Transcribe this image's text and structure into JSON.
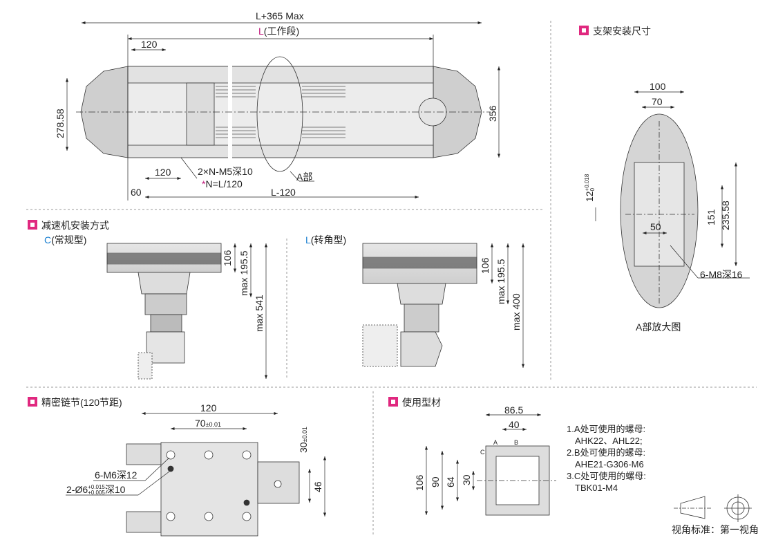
{
  "top_view": {
    "dim_total": "L+365 Max",
    "dim_l_prefix": "L",
    "dim_l_suffix": "(工作段)",
    "dim_pitch_top": "120",
    "dim_height_left": "278.58",
    "dim_height_right": "356",
    "dim_pitch_bottom": "120",
    "hole_note": "2×N-M5深10",
    "n_note_star": "*",
    "n_note": "N=L/120",
    "detail_ref": "A部",
    "dim_offset": "60",
    "dim_span": "L-120"
  },
  "bracket": {
    "title": "支架安装尺寸",
    "dim_100": "100",
    "dim_70": "70",
    "dim_12": "12",
    "tol_12_upper": "+0.018",
    "tol_12_lower": "0",
    "dim_151": "151",
    "dim_235": "235.58",
    "dim_50": "50",
    "hole_note": "6-M8深16",
    "caption": "A部放大图"
  },
  "reducer": {
    "title": "减速机安装方式",
    "c_type_letter": "C",
    "c_type_label": "(常规型)",
    "l_type_letter": "L",
    "l_type_label": "(转角型)",
    "c_dim_106": "106",
    "c_dim_195": "max 195.5",
    "c_dim_541": "max 541",
    "l_dim_106": "106",
    "l_dim_195": "max 195.5",
    "l_dim_400": "max 400"
  },
  "chain_link": {
    "title": "精密链节(120节距)",
    "dim_120": "120",
    "dim_70": "70",
    "tol_70": "±0.01",
    "dim_30": "30",
    "tol_30": "±0.01",
    "dim_46": "46",
    "note_m6": "6-M6深12",
    "note_pin_prefix": "2-Ø6",
    "note_pin_upper": "+0.015",
    "note_pin_lower": "+0.005",
    "note_pin_suffix": "深10"
  },
  "profile": {
    "title": "使用型材",
    "dim_86": "86.5",
    "dim_40": "40",
    "dim_106": "106",
    "dim_90": "90",
    "dim_64": "64",
    "dim_30": "30",
    "notes": [
      "1.A处可使用的螺母:",
      "AHK22、AHL22;",
      "2.B处可使用的螺母:",
      "AHE21-G306-M6",
      "3.C处可使用的螺母:",
      "TBK01-M4"
    ],
    "slot_labels": {
      "a": "A",
      "b": "B",
      "c": "C"
    }
  },
  "projection": {
    "label": "视角标准：第一视角"
  },
  "colors": {
    "accent": "#e0287f",
    "link_blue": "#1a7fd0",
    "body_gray": "#d9d9d9"
  }
}
